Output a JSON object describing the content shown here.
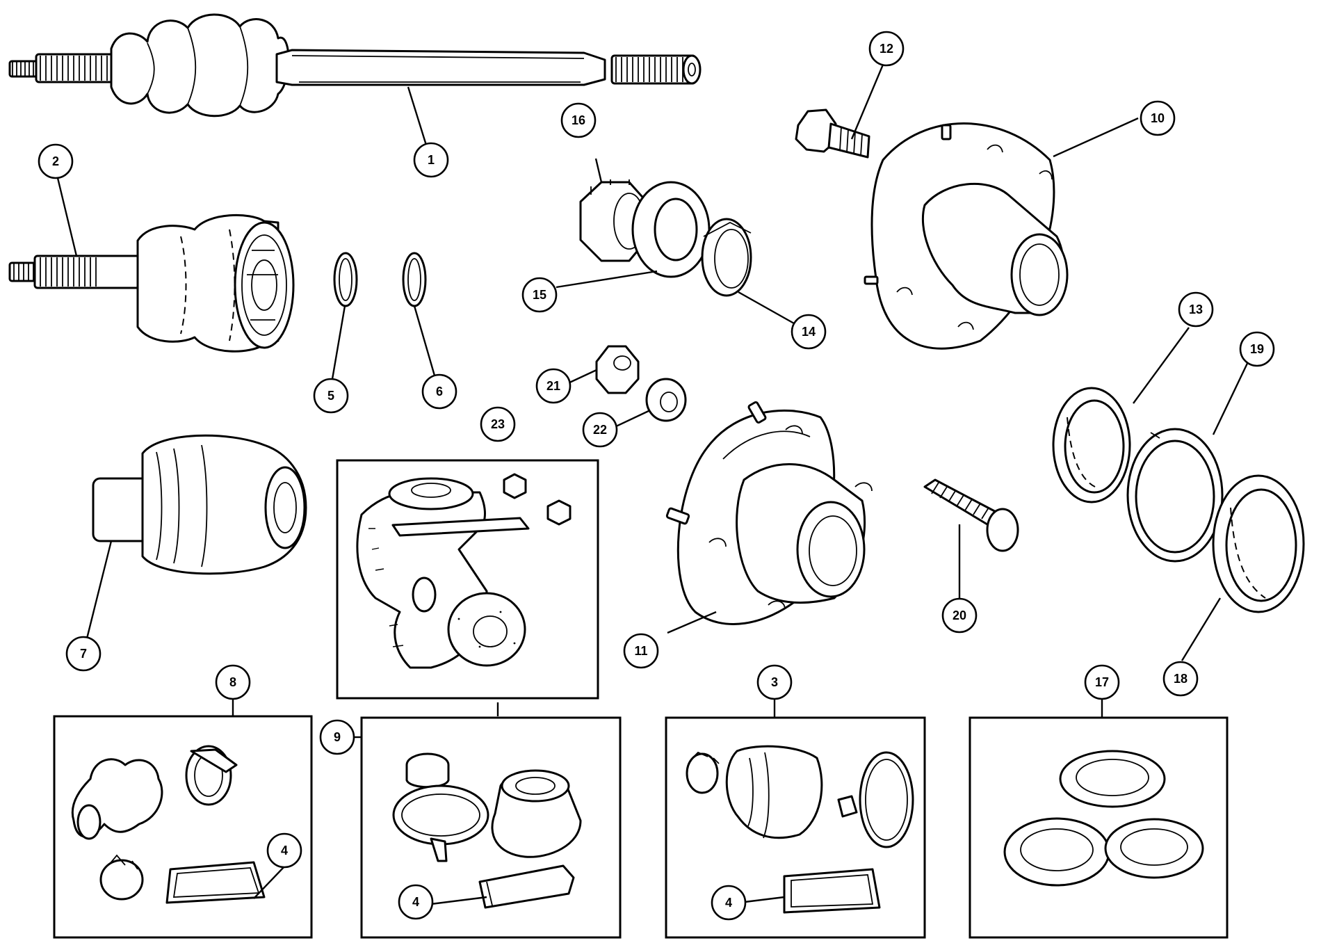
{
  "callouts": {
    "c1": "1",
    "c2": "2",
    "c3": "3",
    "c4a": "4",
    "c4b": "4",
    "c4c": "4",
    "c5": "5",
    "c6": "6",
    "c7": "7",
    "c8": "8",
    "c9": "9",
    "c10": "10",
    "c11": "11",
    "c12": "12",
    "c13": "13",
    "c14": "14",
    "c15": "15",
    "c16": "16",
    "c17": "17",
    "c18": "18",
    "c19": "19",
    "c20": "20",
    "c21": "21",
    "c22": "22",
    "c23": "23"
  }
}
